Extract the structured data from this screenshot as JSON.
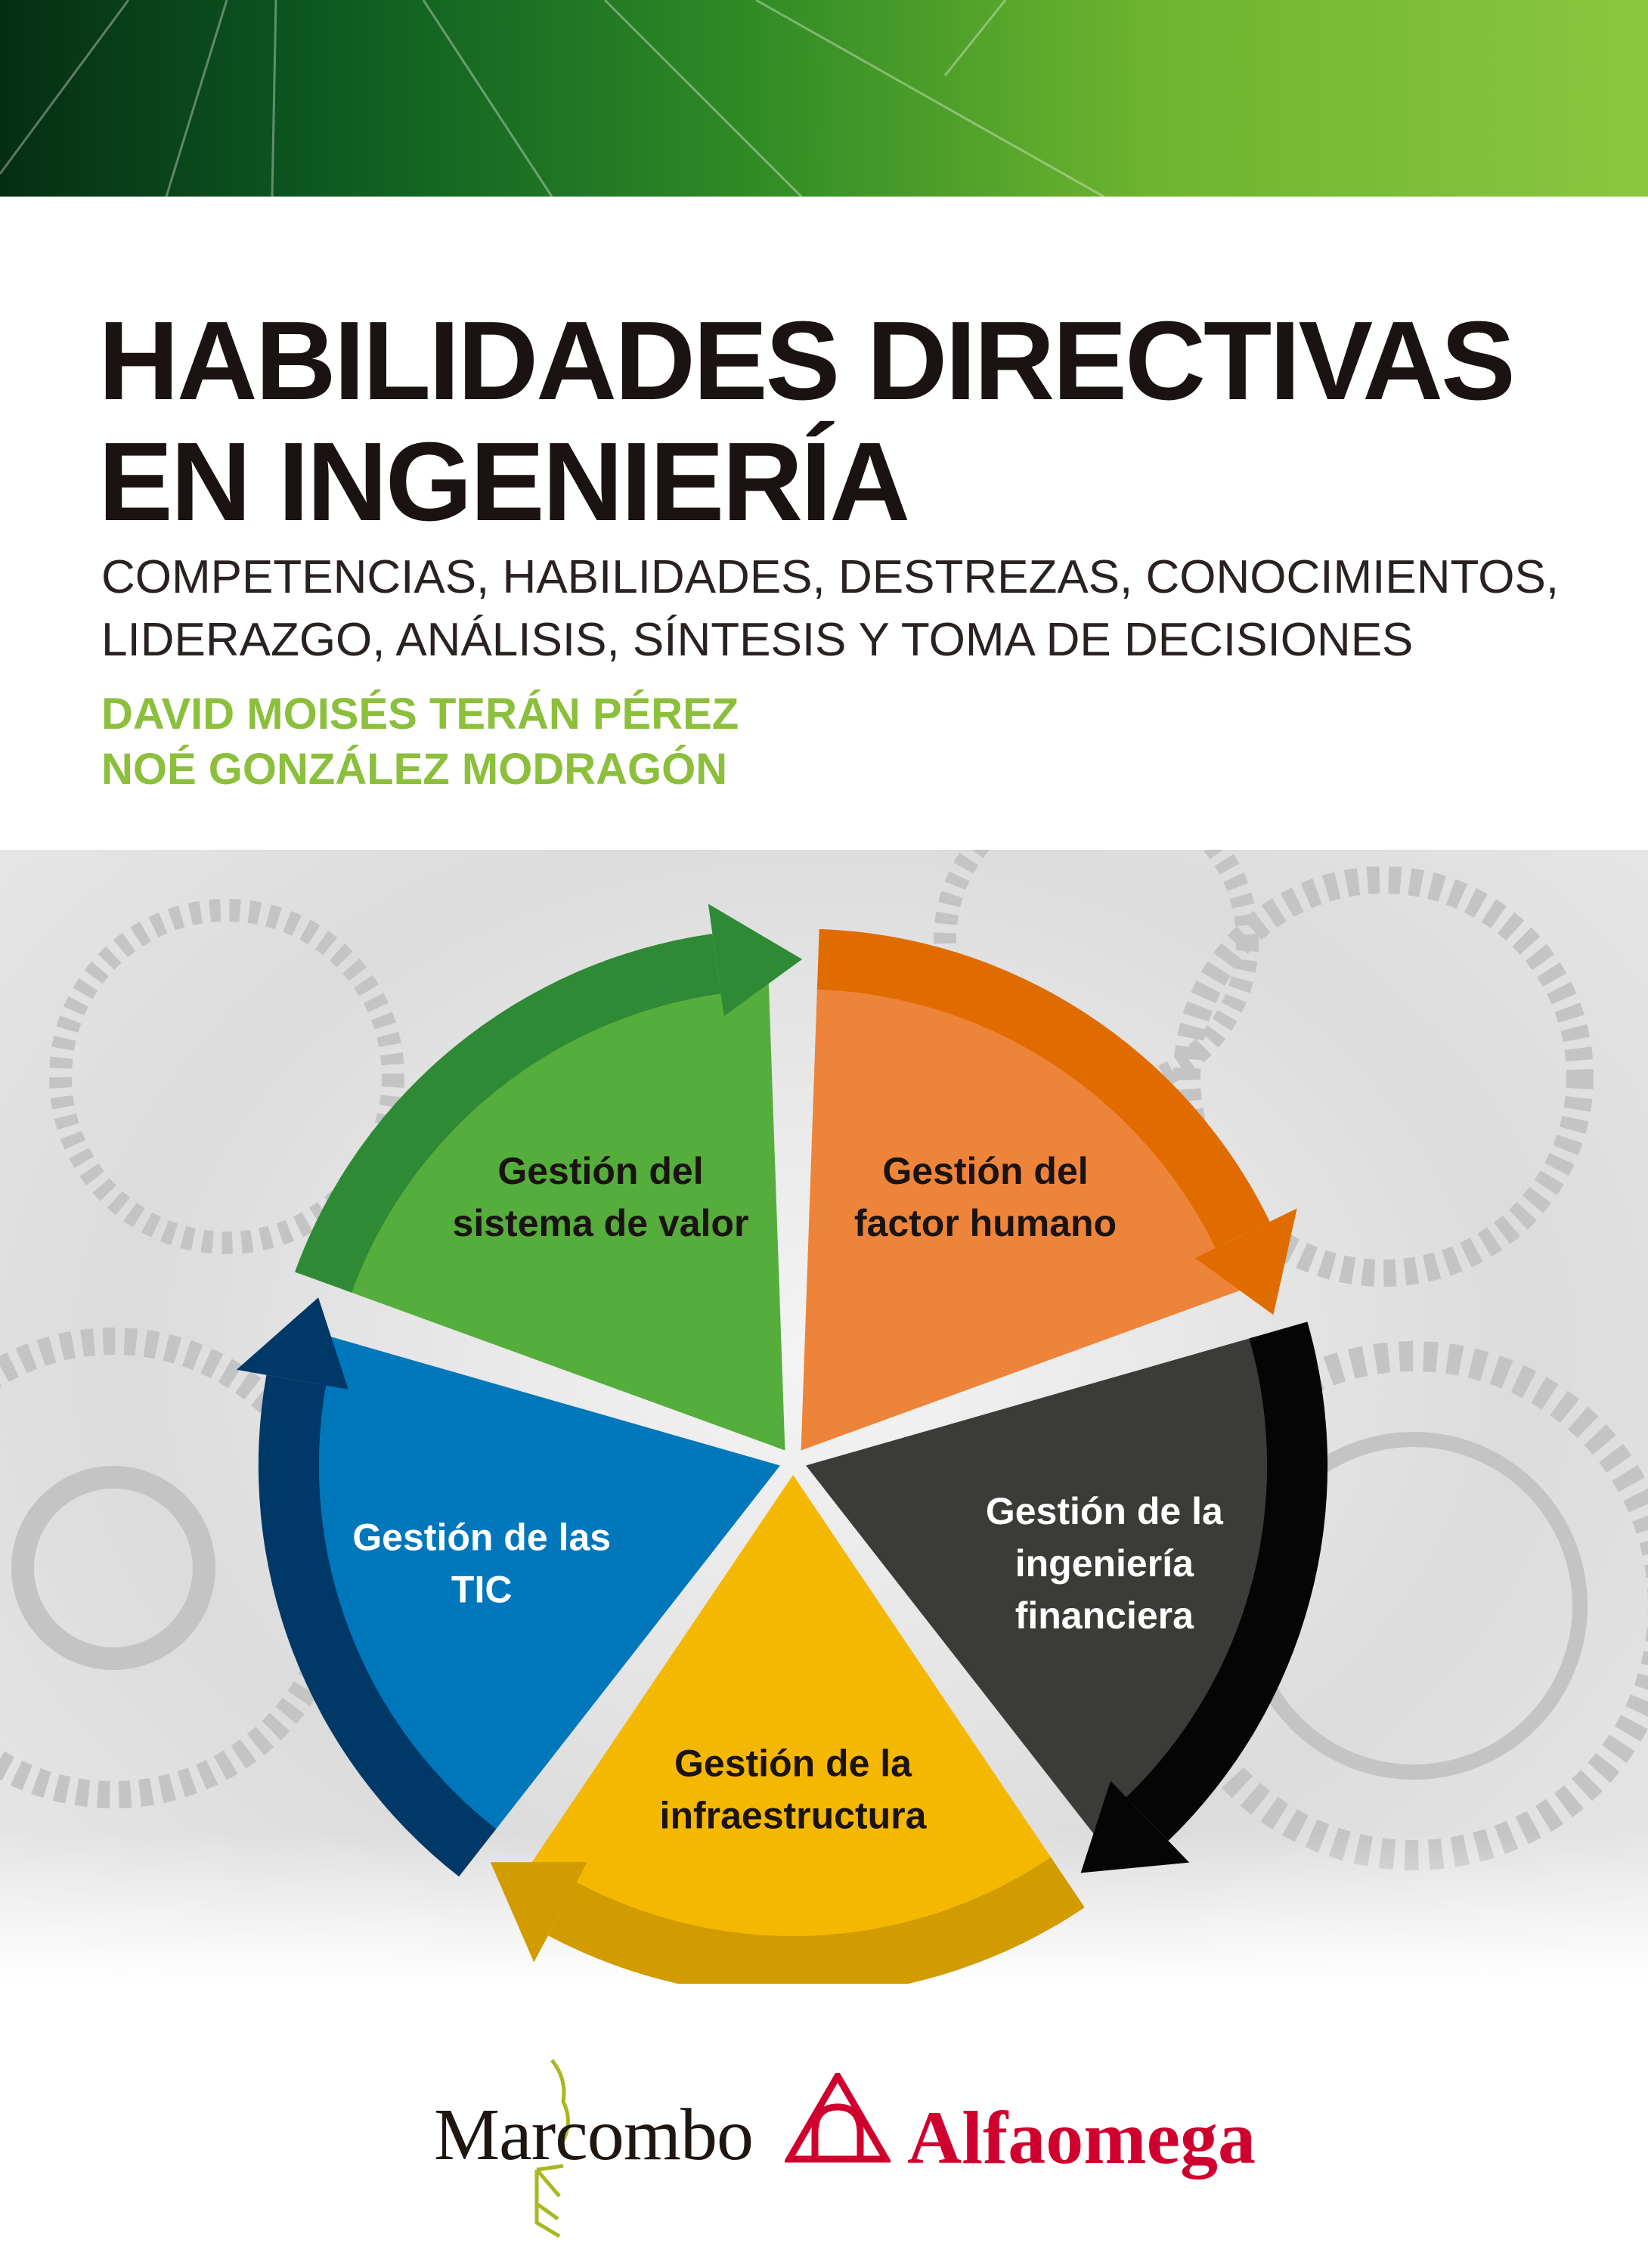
{
  "cover": {
    "title_line1": "HABILIDADES DIRECTIVAS",
    "title_line2": "EN INGENIERÍA",
    "subtitle_line1": "COMPETENCIAS, HABILIDADES, DESTREZAS, CONOCIMIENTOS,",
    "subtitle_line2": "LIDERAZGO, ANÁLISIS, SÍNTESIS Y TOMA DE DECISIONES",
    "author1": "DAVID MOISÉS TERÁN PÉREZ",
    "author2": "NOÉ GONZÁLEZ MODRAGÓN"
  },
  "diagram": {
    "segments": [
      {
        "lines": [
          "Gestión del",
          "factor humano"
        ],
        "fill": "#ed843a",
        "arrow": "#e06c00",
        "text": "#1a1311"
      },
      {
        "lines": [
          "Gestión de la",
          "ingeniería",
          "financiera"
        ],
        "fill": "#3b3b38",
        "arrow": "#050505",
        "text": "#ffffff"
      },
      {
        "lines": [
          "Gestión de la",
          "infraestructura"
        ],
        "fill": "#f5b800",
        "arrow": "#d29b00",
        "text": "#1a1311"
      },
      {
        "lines": [
          "Gestión de las",
          "TIC"
        ],
        "fill": "#0077bb",
        "arrow": "#003868",
        "text": "#ffffff"
      },
      {
        "lines": [
          "Gestión del",
          "sistema de valor"
        ],
        "fill": "#55ad3c",
        "arrow": "#2e8a35",
        "text": "#1a1311"
      }
    ]
  },
  "publishers": {
    "marcombo": "Marcombo",
    "alfaomega": "Alfaomega",
    "marcombo_color": "#1f1612",
    "alfaomega_color": "#d0002e"
  }
}
